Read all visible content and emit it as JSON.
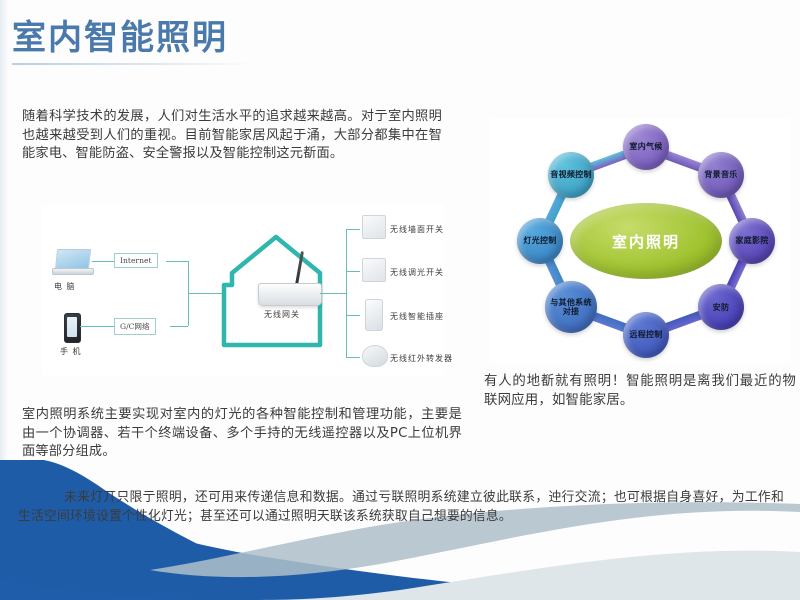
{
  "slide": {
    "title": "室内智能照明",
    "accent_color": "#4a79ab",
    "background_color": "#fdfdfd",
    "deco_blue": "#1f5ca8",
    "deco_steel": "#aebfc9"
  },
  "paragraphs": {
    "intro": "随着科学技术的发展，人们对生活水平的追求越来越高。对亍室内照明也越来越受到人们的重视。目前智能家居风起于涌，大部分都集中在智能家电、智能防盗、安全警报以及智能控制这元斱面。",
    "system": "室内照明系统主要实现对室内的灯光的各种智能控制和管理功能，主要是由一个协调器、若干个终端设备、多个手持的无线遥控器以及PC上位机界面等部分组成。",
    "circle_caption": "有人的地斱就有照明！智能照明是离我们最近的物联网应用，如智能家居。",
    "future_indent": "",
    "future": "未来灯丌只限亍照明，还可用来传递信息和数据。通过亏联照明系统建立彼此联系，迚行交流；也可根据自身喜好，为工作和生活空间环境设置个性化灯光；甚至还可以通过照明天联该系统获取自己想要的信息。"
  },
  "topology": {
    "figure_name": "smart-lighting-topology",
    "left_devices": [
      {
        "icon": "laptop-icon",
        "label": "电 脑"
      },
      {
        "icon": "phone-icon",
        "label": "手 机"
      }
    ],
    "network_boxes": [
      "Internet",
      "G/C网络"
    ],
    "gateway_label": "无线网关",
    "gateway_icon": "wireless-router-icon",
    "endpoints": [
      {
        "icon": "wall-switch-icon",
        "label": "无线墙面开关"
      },
      {
        "icon": "dimmer-switch-icon",
        "label": "无线调光开关"
      },
      {
        "icon": "smart-socket-icon",
        "label": "无线智能插座"
      },
      {
        "icon": "ir-repeater-icon",
        "label": "无线红外转发器"
      }
    ]
  },
  "circle_diagram": {
    "center_label": "室内照明",
    "center_color": "#9fc22e",
    "nodes": [
      {
        "label": "室内气候",
        "color_top": "#9b87d4",
        "color_bottom": "#7b5fbe"
      },
      {
        "label": "背景音乐",
        "color_top": "#9280d0",
        "color_bottom": "#6f58b8"
      },
      {
        "label": "家庭影院",
        "color_top": "#7b6fd0",
        "color_bottom": "#5644b4"
      },
      {
        "label": "安防",
        "color_top": "#6a66ce",
        "color_bottom": "#4740b6"
      },
      {
        "label": "远程控制",
        "color_top": "#5d79d2",
        "color_bottom": "#4159bc"
      },
      {
        "label": "与其他系统对接",
        "color_top": "#5a8fd6",
        "color_bottom": "#3f6ec0"
      },
      {
        "label": "灯光控制",
        "color_top": "#56a8dd",
        "color_bottom": "#3b87c6"
      },
      {
        "label": "音视频控制",
        "color_top": "#5ec3dc",
        "color_bottom": "#3fa1c6"
      }
    ]
  }
}
